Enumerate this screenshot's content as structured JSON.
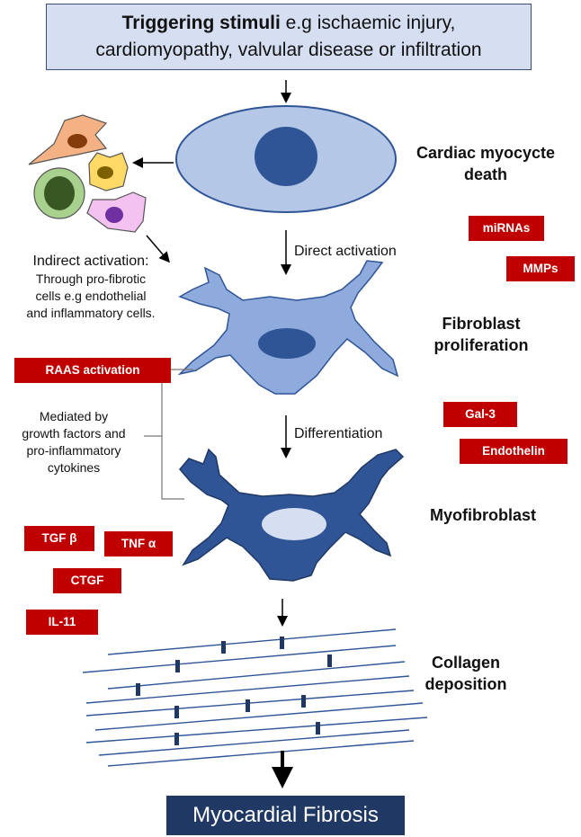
{
  "header": {
    "bold": "Triggering stimuli",
    "rest_line1": " e.g ischaemic injury,",
    "line2": "cardiomyopathy, valvular disease or infiltration"
  },
  "stages": {
    "myocyte_line1": "Cardiac myocycte",
    "myocyte_line2": "death",
    "fibroblast_line1": "Fibroblast",
    "fibroblast_line2": "proliferation",
    "myofibroblast": "Myofibroblast",
    "collagen_line1": "Collagen",
    "collagen_line2": "deposition"
  },
  "arrows": {
    "direct": "Direct activation",
    "differentiation": "Differentiation"
  },
  "notes": {
    "indirect_title": "Indirect activation:",
    "indirect_l1": "Through pro-fibrotic",
    "indirect_l2": "cells e.g endothelial",
    "indirect_l3": "and inflammatory cells.",
    "mediated_l1": "Mediated by",
    "mediated_l2": "growth factors and",
    "mediated_l3": "pro-inflammatory",
    "mediated_l4": "cytokines"
  },
  "tags": {
    "mirnas": "miRNAs",
    "mmps": "MMPs",
    "raas": "RAAS activation",
    "gal3": "Gal-3",
    "endothelin": "Endothelin",
    "tgf": "TGF β",
    "tnf": "TNF α",
    "ctgf": "CTGF",
    "il11": "IL-11"
  },
  "outcome": "Myocardial Fibrosis",
  "colors": {
    "header_fill": "#d6def1",
    "myocyte_fill": "#b4c7e7",
    "nucleus": "#2f5597",
    "fibroblast_fill": "#8faadc",
    "myofibroblast_fill": "#2f5597",
    "tag_red": "#c00000",
    "outcome_fill": "#1f3864"
  }
}
